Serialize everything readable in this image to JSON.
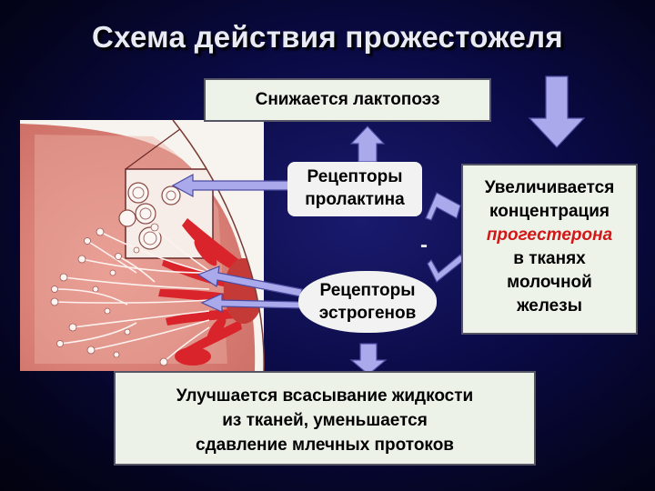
{
  "title": "Схема действия прожестожеля",
  "boxes": {
    "lactopoiesis": "Снижается лактопоэз",
    "progesterone_lines": [
      "Увеличивается",
      "концентрация"
    ],
    "progesterone_highlight": "прогестерона",
    "progesterone_tail": [
      "в тканях",
      "молочной",
      "железы"
    ],
    "bottom_lines": [
      "Улучшается всасывание жидкости",
      "из тканей, уменьшается",
      "сдавление млечных протоков"
    ]
  },
  "receptors": {
    "prolactin": [
      "Рецепторы",
      "пролактина"
    ],
    "estrogen": [
      "Рецепторы",
      "эстрогенов"
    ]
  },
  "minus_sign": "-",
  "colors": {
    "background": "#0a0a45",
    "title": "#e8eaf4",
    "arrow_fill": "#a9a9ec",
    "highlight": "#d01818",
    "breast_tissue": "#d8786f"
  }
}
